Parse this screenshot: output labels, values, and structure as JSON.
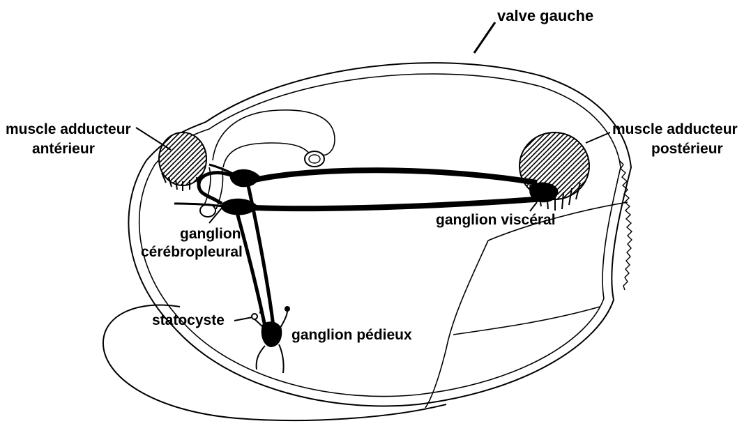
{
  "labels": {
    "valve_gauche": "valve gauche",
    "muscle_anterieur_line1": "muscle adducteur",
    "muscle_anterieur_line2": "antérieur",
    "muscle_posterieur_line1": "muscle adducteur",
    "muscle_posterieur_line2": "postérieur",
    "ganglion_cerebropleural_line1": "ganglion",
    "ganglion_cerebropleural_line2": "cérébropleural",
    "ganglion_visceral": "ganglion viscéral",
    "statocyste": "statocyste",
    "ganglion_pedieux": "ganglion pédieux"
  },
  "colors": {
    "ink": "#000000",
    "paper": "#ffffff"
  }
}
